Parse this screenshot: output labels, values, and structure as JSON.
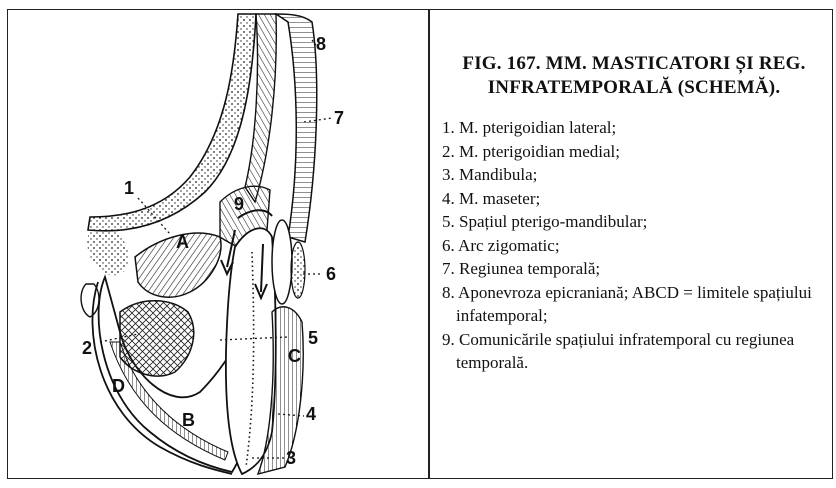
{
  "caption": {
    "title": "FIG. 167. MM. MASTICATORI ȘI REG. INFRATEMPORALĂ (SCHEMĂ).",
    "legend": [
      "1. M. pterigoidian lateral;",
      "2. M. pterigoidian medial;",
      "3. Mandibula;",
      "4. M. maseter;",
      "5. Spațiul pterigo-mandibular;",
      "6. Arc zigomatic;",
      "7. Regiunea temporală;",
      "8. Aponevroza epicraniană; ABCD = limitele spațiului infatemporal;",
      "9. Comunicările spațiului infratemporal cu regiunea temporală."
    ]
  },
  "figure": {
    "number_labels": [
      "1",
      "2",
      "3",
      "4",
      "5",
      "6",
      "7",
      "8",
      "9"
    ],
    "letter_labels": [
      "A",
      "B",
      "C",
      "D"
    ]
  }
}
